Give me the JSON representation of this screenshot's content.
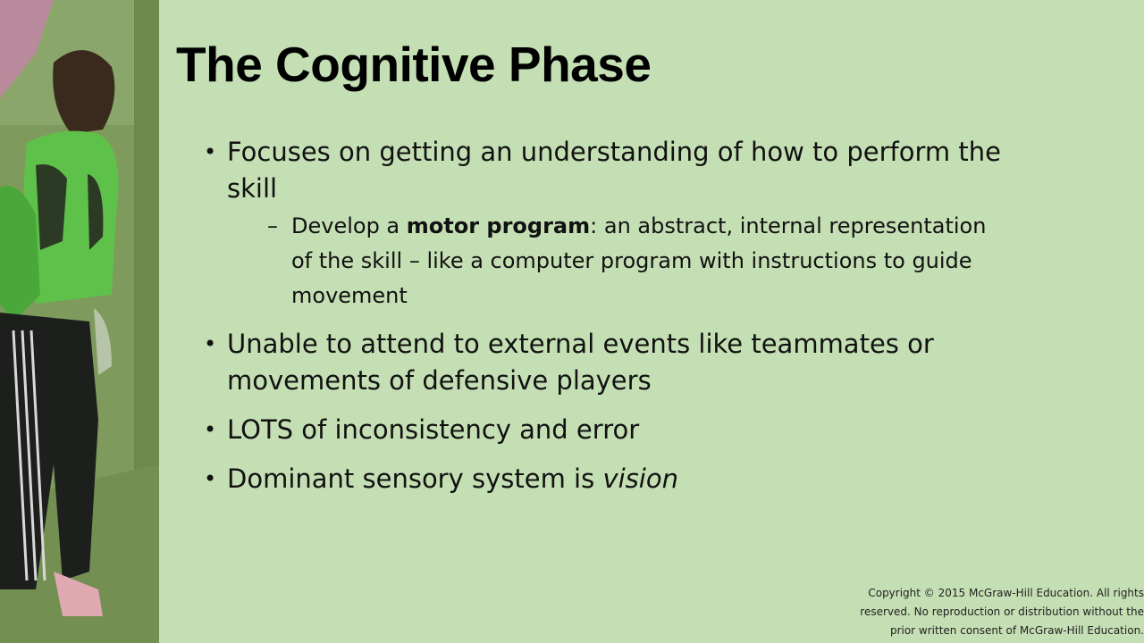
{
  "slide": {
    "title": "The Cognitive Phase",
    "bullets": [
      {
        "text": "Focuses on getting an understanding of how to perform the skill",
        "sub": [
          {
            "lead": "Develop a ",
            "bold": "motor program",
            "rest": ": an abstract, internal representation of the skill – like a computer program with instructions to guide movement"
          }
        ]
      },
      {
        "text": "Unable to attend to external events like teammates or movements of defensive players"
      },
      {
        "text": "LOTS of inconsistency and error"
      },
      {
        "lead": "Dominant sensory system is ",
        "italic": "vision"
      }
    ],
    "bullet_marker": "•",
    "dash_marker": "–",
    "copyright": {
      "line1": "Copyright © 2015 McGraw-Hill Education. All rights",
      "line2": "reserved. No reproduction or distribution without the",
      "line3": "prior written consent of McGraw-Hill Education."
    }
  },
  "colors": {
    "background": "#c5dfb4",
    "jersey": "#5ec24a",
    "pants": "#1c1f1c"
  }
}
